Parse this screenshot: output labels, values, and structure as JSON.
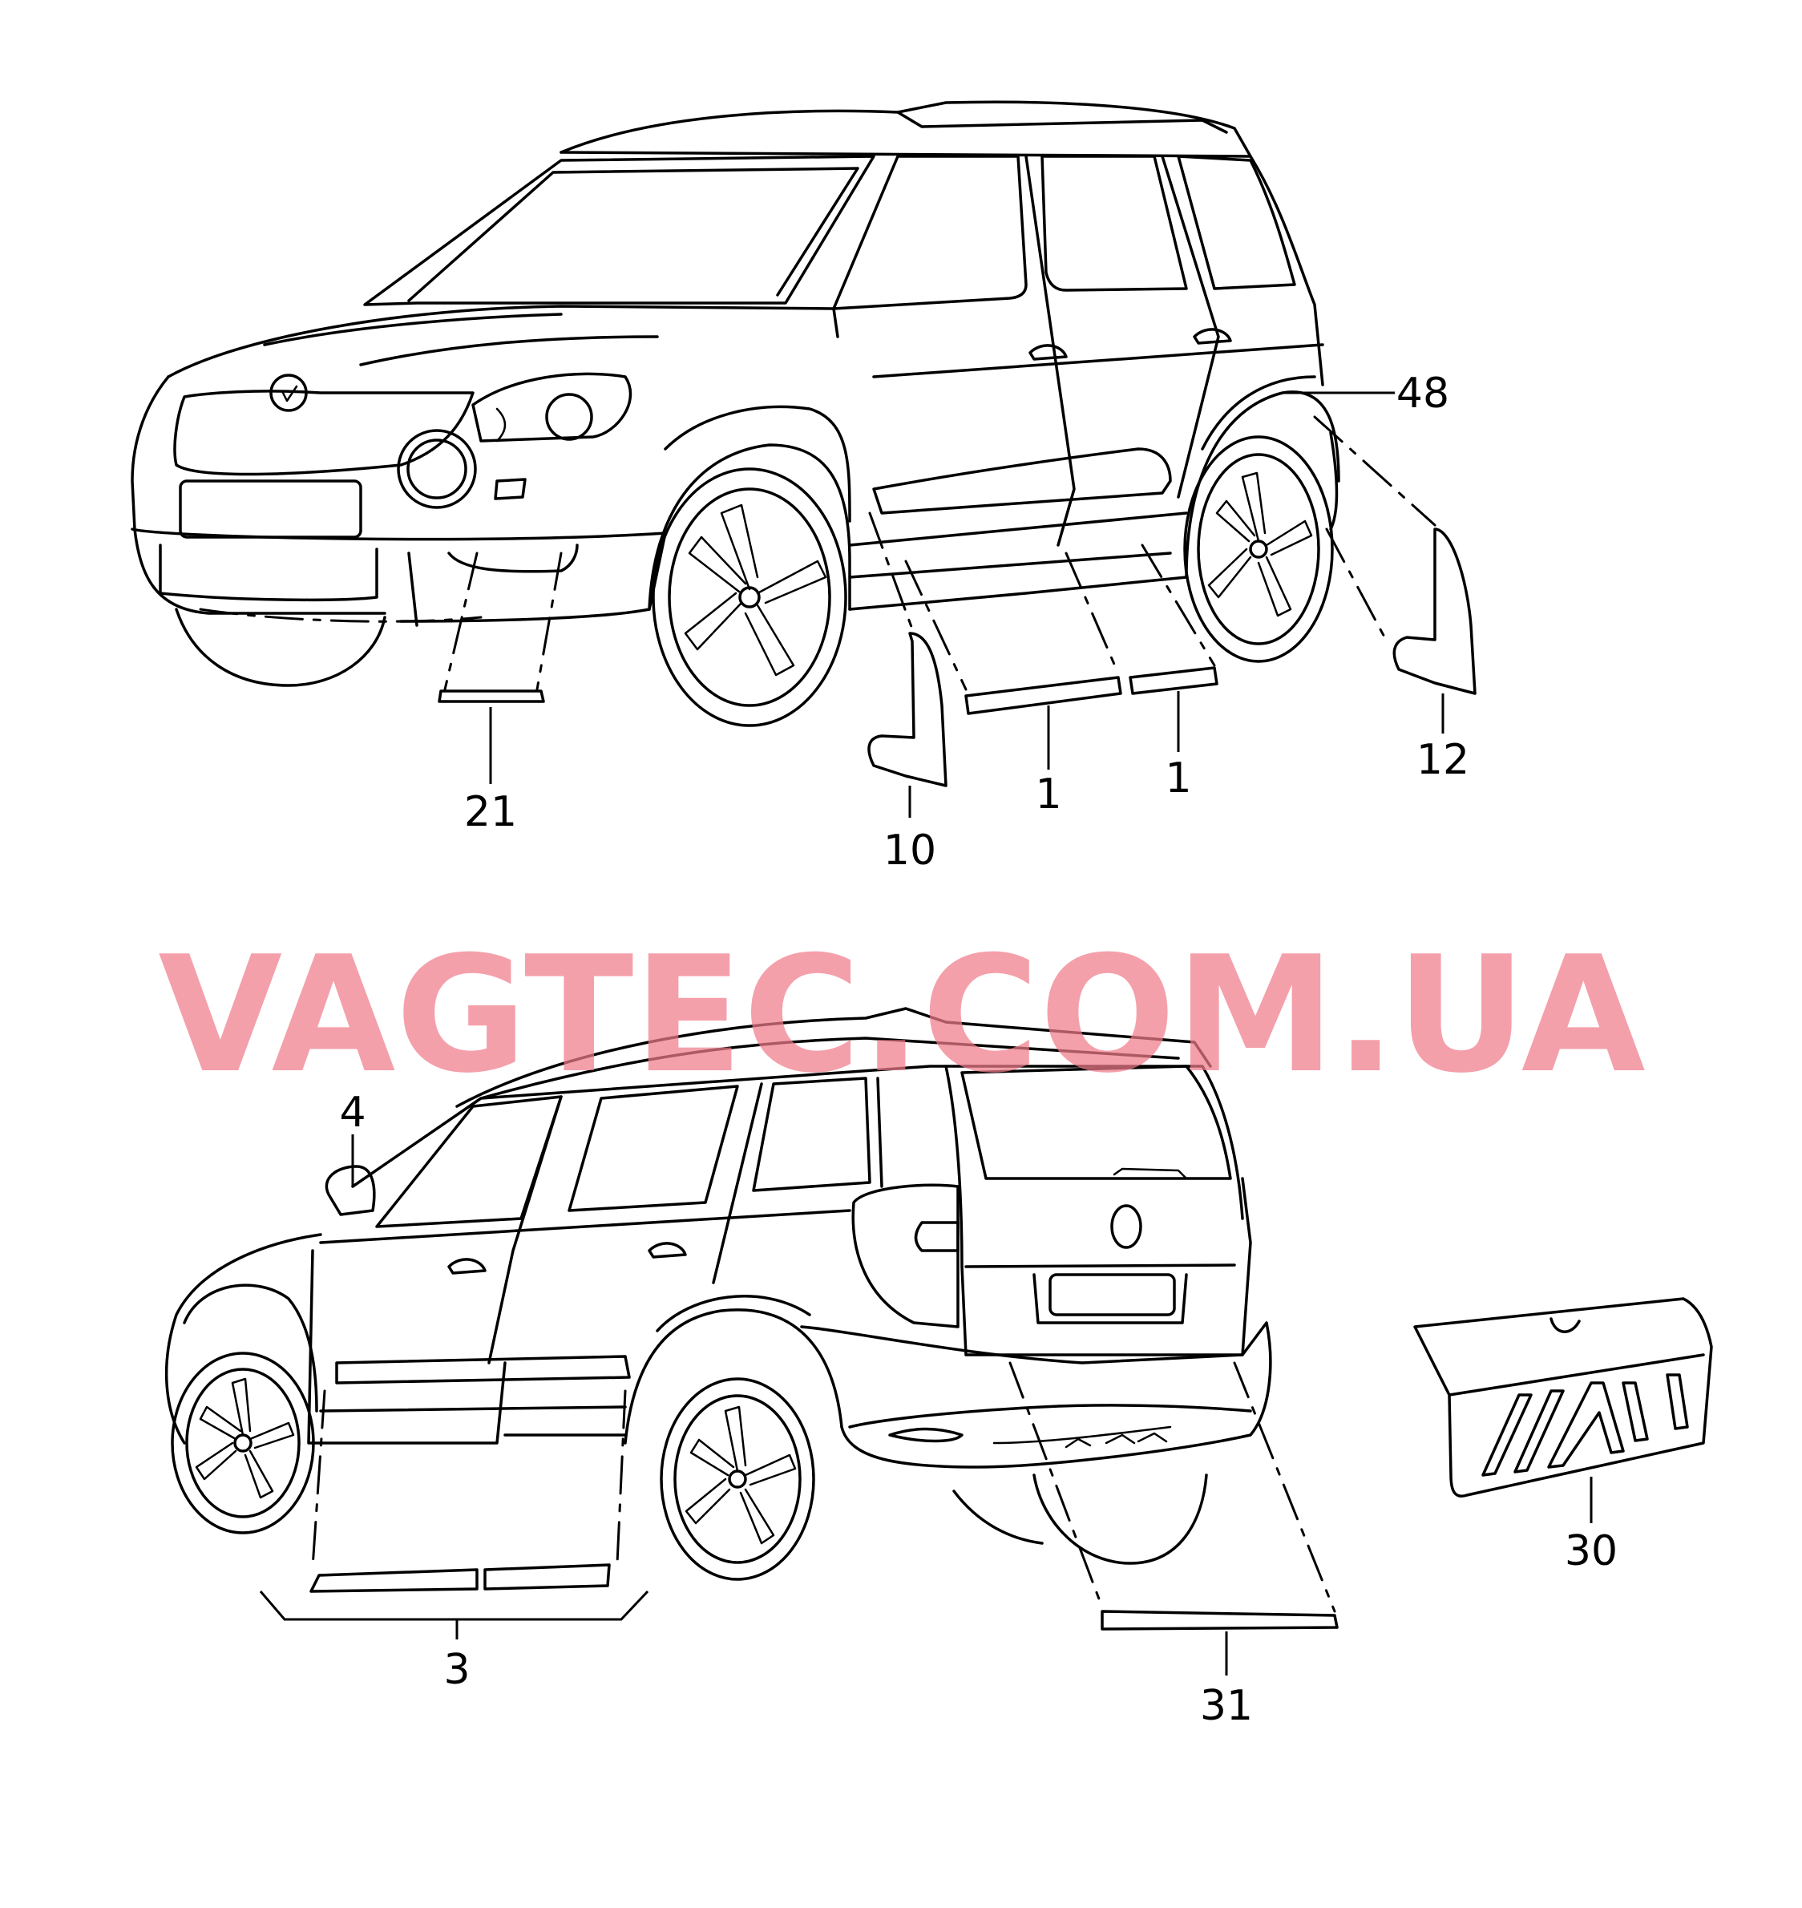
{
  "watermark": "VAGTEC.COM.UA",
  "callouts": {
    "c48": "48",
    "c21": "21",
    "c10": "10",
    "c1a": "1",
    "c1b": "1",
    "c12": "12",
    "c4": "4",
    "c3": "3",
    "c31": "31",
    "c30": "30"
  }
}
